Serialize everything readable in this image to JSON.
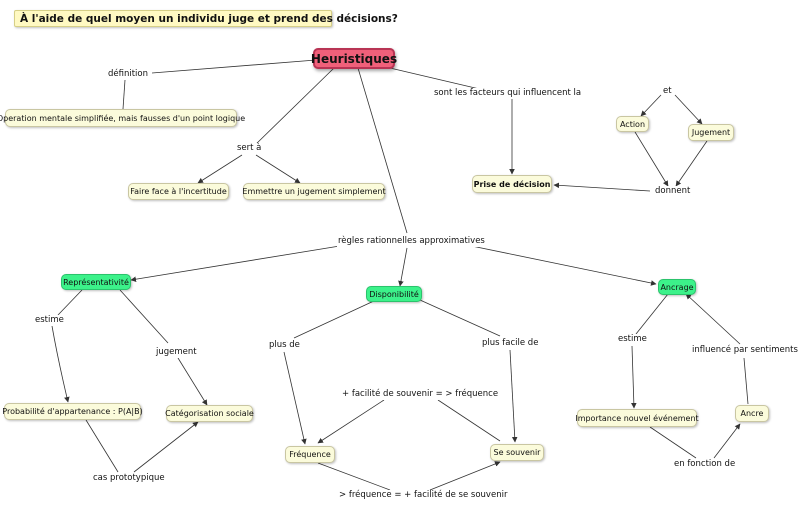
{
  "title": "À l'aide de quel moyen un individu juge et prend des décisions?",
  "nodes": {
    "heuristiques": "Heuristiques",
    "operation": "Operation mentale simplifiée, mais fausses d'un point logique",
    "faire_face": "Faire face à l'incertitude",
    "emmettre": "Emmettre un jugement simplement",
    "prise": "Prise de décision",
    "action": "Action",
    "jugement_node": "Jugement",
    "representativite": "Représentativité",
    "disponibilite": "Disponibilité",
    "ancrage": "Ancrage",
    "probabilite": "Probabilité d'appartenance : P(A|B)",
    "categorisation": "Catégorisation sociale",
    "frequence": "Fréquence",
    "se_souvenir": "Se souvenir",
    "importance": "Importance nouvel événement",
    "ancre": "Ancre"
  },
  "links": {
    "definition": "définition",
    "sert_a": "sert à",
    "sont_facteurs": "sont les facteurs qui influencent  la",
    "et": "et",
    "donnent": "donnent",
    "regles": "règles rationnelles approximatives",
    "estime_left": "estime",
    "jugement_left": "jugement",
    "cas": "cas prototypique",
    "plus_de": "plus de",
    "plus_facile": "plus facile de",
    "facilite_freq": "+ facilité de souvenir = > fréquence",
    "freq_facilite": "> fréquence = + facilité de se souvenir",
    "estime_right": "estime",
    "influence": "influencé par sentiments",
    "en_fonction": "en fonction de"
  },
  "colors": {
    "node_fill": "#fbfbdb",
    "node_green": "#3cf28a",
    "node_pink": "#f0607a",
    "title_fill": "#fff9c2",
    "line": "#333333"
  }
}
